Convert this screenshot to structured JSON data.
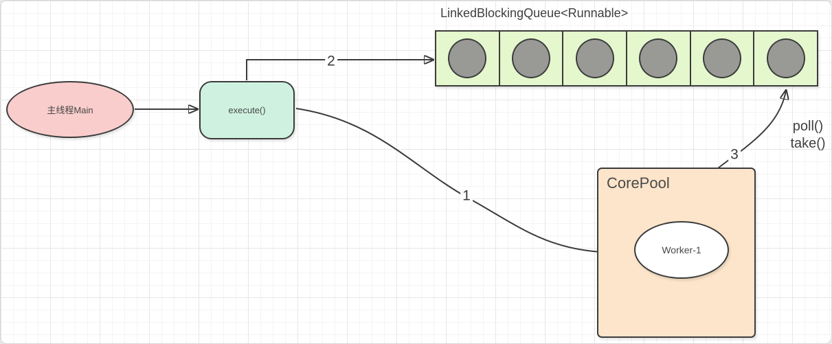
{
  "colors": {
    "stroke": "#3b3b3b",
    "main_thread_fill": "#f9cdcc",
    "execute_fill": "#cff2e0",
    "queue_cell_fill": "#e4f7cd",
    "task_circle_fill": "#999996",
    "core_pool_fill": "#fce5ca",
    "worker_fill": "#ffffff",
    "text": "#474747",
    "grid_minor": "#f4f4f4",
    "grid_major": "#e7e7e7"
  },
  "diagram": {
    "main_thread": {
      "label": "主线程Main"
    },
    "execute_box": {
      "label": "execute()"
    },
    "queue": {
      "title": "LinkedBlockingQueue<Runnable>",
      "cell_count": 6
    },
    "core_pool": {
      "label": "CorePool"
    },
    "worker": {
      "label": "Worker-1"
    },
    "edges": {
      "step1": {
        "label": "1"
      },
      "step2": {
        "label": "2"
      },
      "step3": {
        "label": "3",
        "annotation": "poll()\ntake()"
      }
    }
  }
}
